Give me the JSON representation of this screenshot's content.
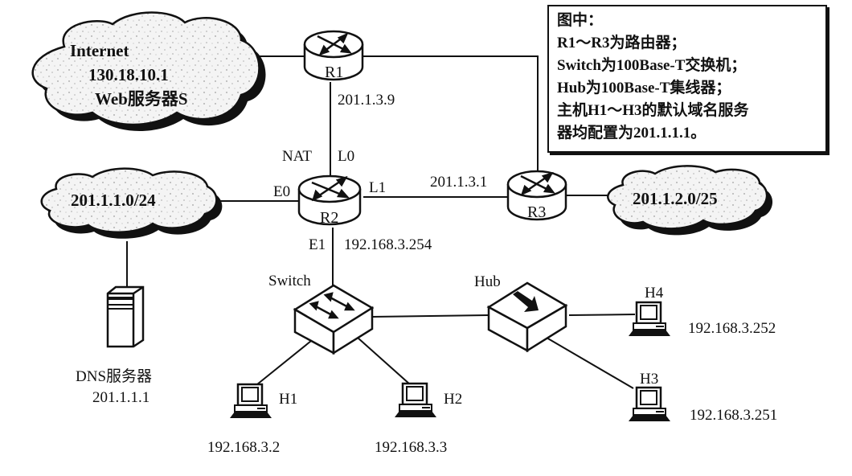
{
  "legend": {
    "title": "图中：",
    "lines": [
      "R1～R3为路由器；",
      "Switch为100Base-T交换机；",
      "Hub为100Base-T集线器；",
      "主机H1～H3的默认域名服务",
      "器均配置为201.1.1.1。"
    ]
  },
  "clouds": {
    "internet": {
      "line1": "Internet",
      "line2": "130.18.10.1",
      "line3": "Web服务器S"
    },
    "left_lan": {
      "label": "201.1.1.0/24"
    },
    "right_lan": {
      "label": "201.1.2.0/25"
    }
  },
  "routers": {
    "r1": {
      "name": "R1",
      "ip": "201.1.3.9"
    },
    "r2": {
      "name": "R2",
      "nat": "NAT",
      "l0": "L0",
      "l1": "L1",
      "e0": "E0",
      "e1": "E1",
      "e1_ip": "192.168.3.254"
    },
    "r3": {
      "name": "R3",
      "ip": "201.1.3.1"
    }
  },
  "dns_server": {
    "label": "DNS服务器",
    "ip": "201.1.1.1"
  },
  "switch": {
    "label": "Switch"
  },
  "hub": {
    "label": "Hub"
  },
  "hosts": [
    {
      "name": "H1",
      "ip": "192.168.3.2"
    },
    {
      "name": "H2",
      "ip": "192.168.3.3"
    },
    {
      "name": "H3",
      "ip": "192.168.3.251"
    },
    {
      "name": "H4",
      "ip": "192.168.3.252"
    }
  ]
}
